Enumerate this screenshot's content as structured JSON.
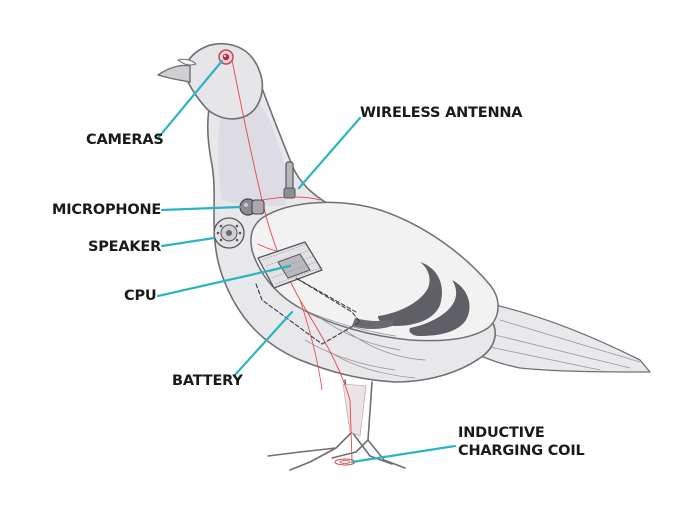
{
  "colors": {
    "leader": "#2bb5c4",
    "body_fill": "#e8e7ea",
    "body_stroke": "#6f6f74",
    "wing_fill": "#f2f2f3",
    "band": "#5f5f66",
    "wire": "#e04848",
    "neck_tint": "#d9d7e1"
  },
  "labels": {
    "cameras": "CAMERAS",
    "wireless_antenna": "WIRELESS ANTENNA",
    "microphone": "MICROPHONE",
    "speaker": "SPEAKER",
    "cpu": "CPU",
    "battery": "BATTERY",
    "inductive_line1": "INDUCTIVE",
    "inductive_line2": "CHARGING COIL"
  },
  "icons": {
    "pigeon": "pigeon-illustration",
    "camera": "camera-eye-icon",
    "antenna": "antenna-icon",
    "microphone": "microphone-icon",
    "speaker": "speaker-icon",
    "cpu": "cpu-chip-icon",
    "battery": "battery-outline-icon",
    "coil": "charging-coil-icon"
  }
}
